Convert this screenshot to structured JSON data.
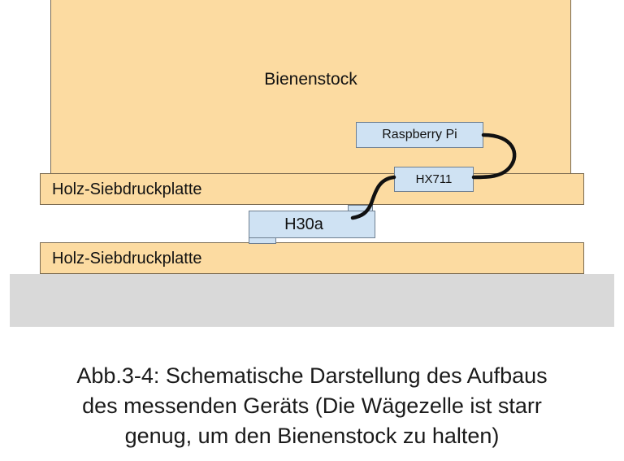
{
  "diagram": {
    "hive_label": "Bienenstock",
    "plate_top_label": "Holz-Siebdruckplatte",
    "plate_bottom_label": "Holz-Siebdruckplatte",
    "raspberry_label": "Raspberry Pi",
    "hx711_label": "HX711",
    "load_cell_label": "H30a",
    "colors": {
      "wood": "#fcdba1",
      "electronics": "#cfe2f3",
      "ground": "#d9d9d9",
      "cable": "#111111"
    }
  },
  "caption": {
    "line1": "Abb.3-4: Schematische Darstellung des Aufbaus",
    "line2": "des messenden Geräts (Die Wägezelle ist starr",
    "line3": "genug, um den Bienenstock zu halten)"
  }
}
